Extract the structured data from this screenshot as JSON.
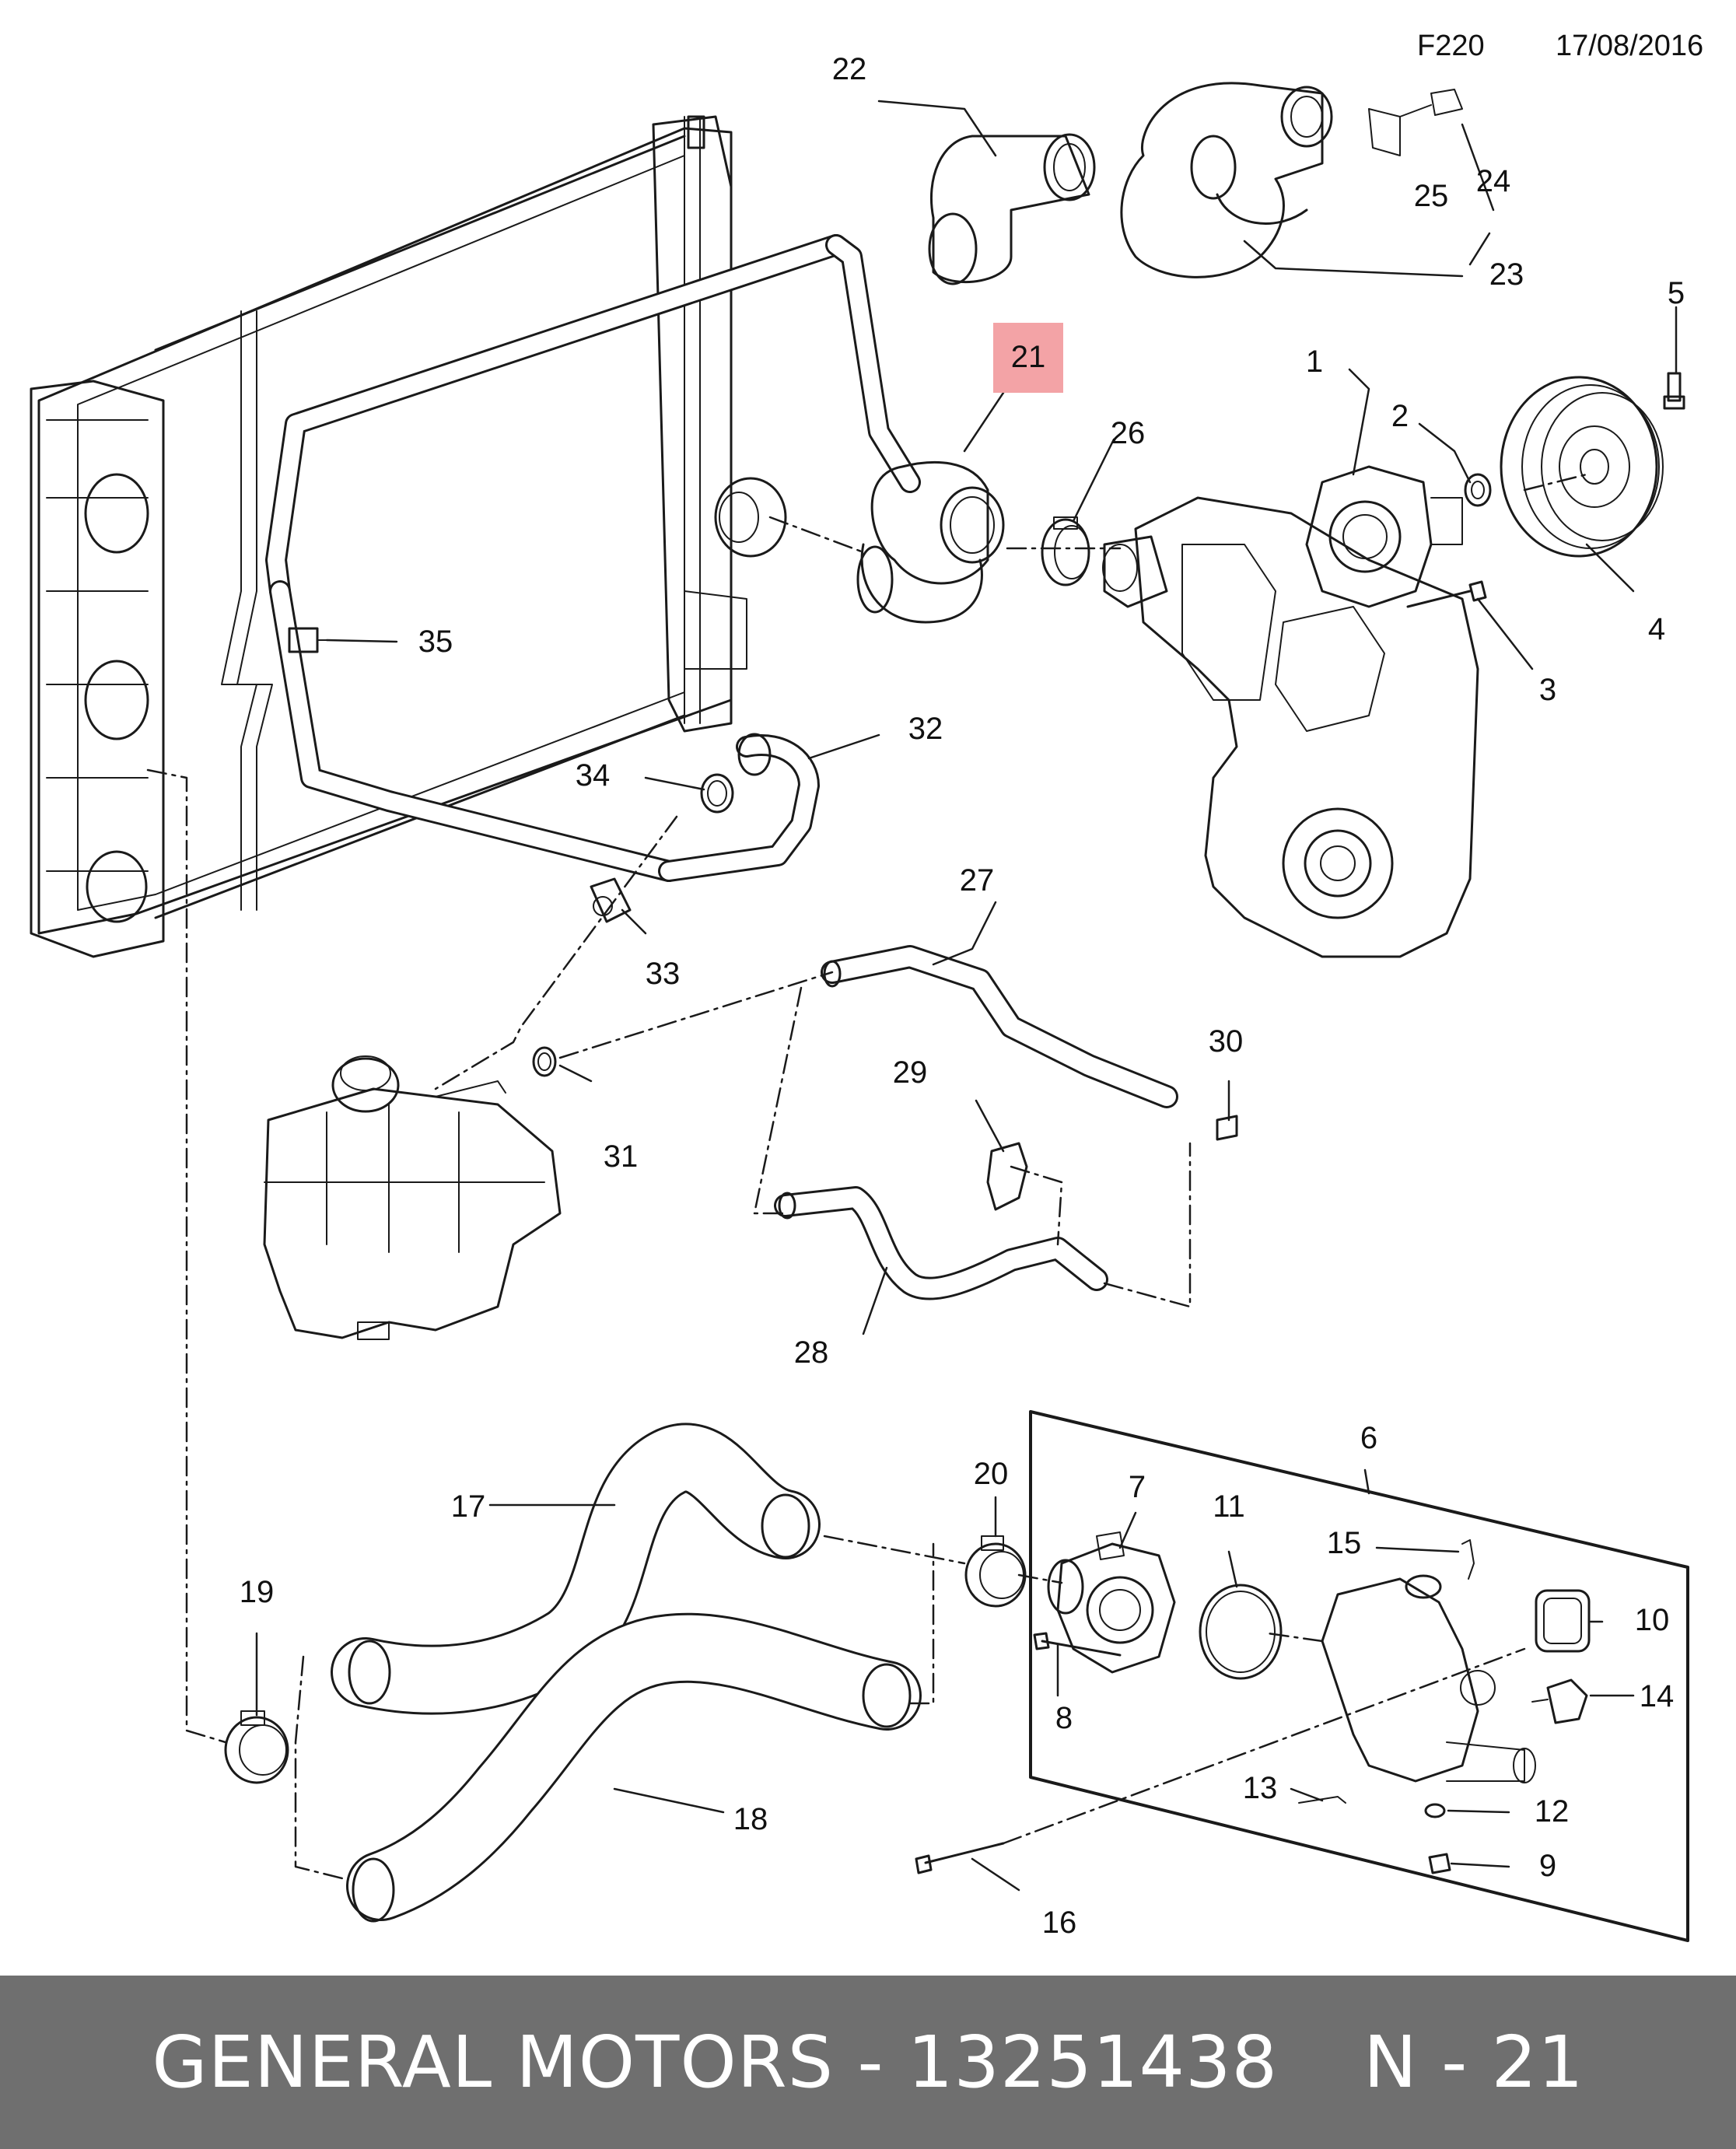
{
  "header": {
    "code": "F220",
    "date": "17/08/2016"
  },
  "highlight_color": "#f3a3a6",
  "callouts": [
    "1",
    "2",
    "3",
    "4",
    "5",
    "6",
    "7",
    "8",
    "9",
    "10",
    "11",
    "12",
    "13",
    "14",
    "15",
    "16",
    "17",
    "18",
    "19",
    "20",
    "21",
    "22",
    "23",
    "24",
    "25",
    "26",
    "27",
    "28",
    "29",
    "30",
    "31",
    "32",
    "33",
    "34",
    "35"
  ],
  "highlighted_callout": "21",
  "footer": {
    "brand": "GENERAL MOTORS",
    "separator": " - ",
    "part_number": "13251438",
    "ref_label": "N - 21"
  }
}
